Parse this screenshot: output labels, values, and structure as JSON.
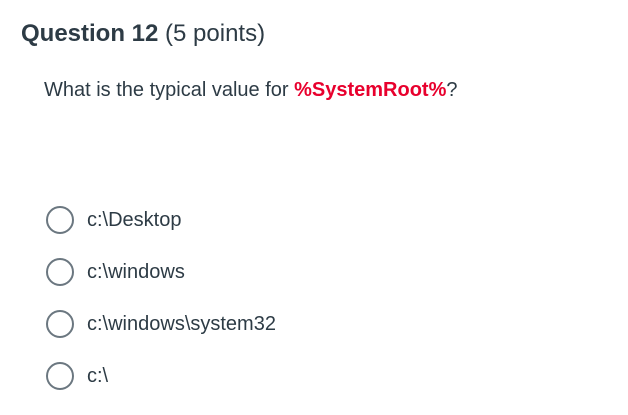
{
  "question": {
    "title": "Question 12",
    "points": "(5 points)",
    "text_before": "What is the typical value for ",
    "highlight": "%SystemRoot%",
    "text_after": "?",
    "highlight_color": "#e8002d"
  },
  "options": [
    {
      "label": "c:\\Desktop",
      "selected": false
    },
    {
      "label": "c:\\windows",
      "selected": false
    },
    {
      "label": "c:\\windows\\system32",
      "selected": false
    },
    {
      "label": "c:\\",
      "selected": false
    }
  ]
}
